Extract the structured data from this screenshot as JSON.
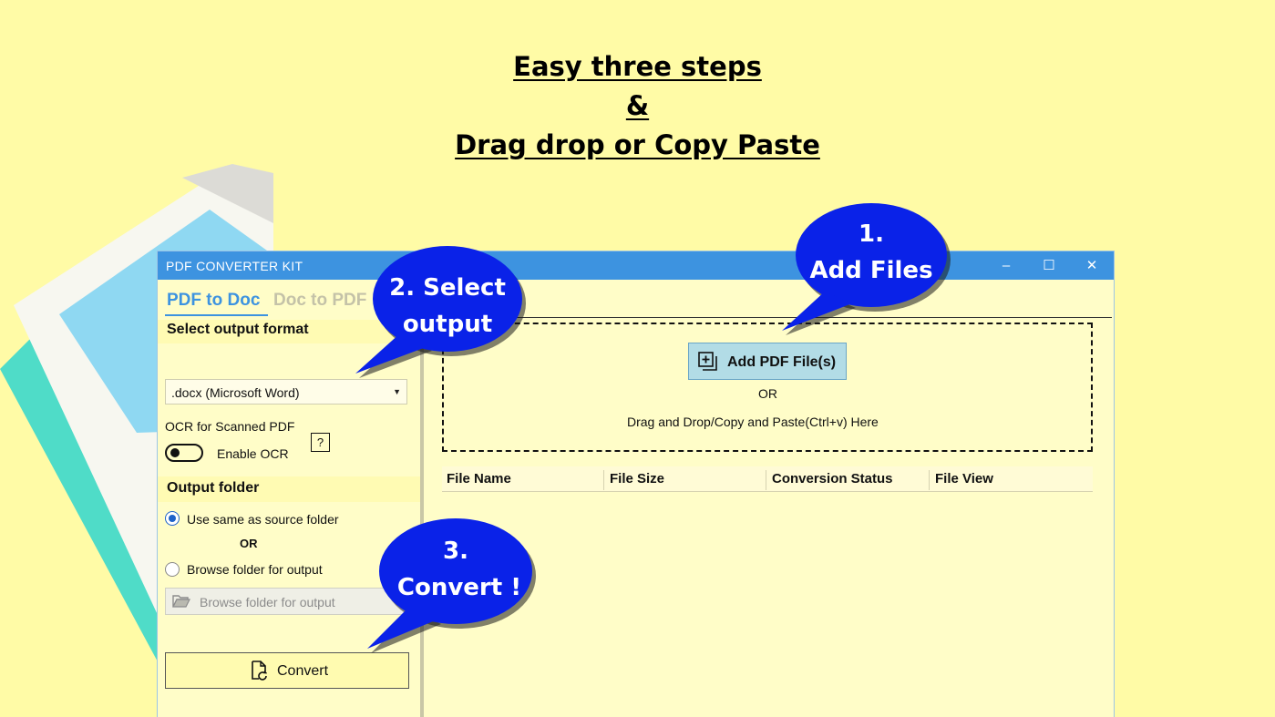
{
  "headline": {
    "line1": "Easy three steps",
    "line2": "&",
    "line3": "Drag drop or Copy Paste"
  },
  "window": {
    "title": "PDF CONVERTER KIT",
    "controls": {
      "minimize_icon": "–",
      "maximize_icon": "☐",
      "close_icon": "✕"
    }
  },
  "tabs": [
    {
      "label": "PDF to Doc",
      "active": true
    },
    {
      "label": "Doc to PDF",
      "active": false
    }
  ],
  "output_format": {
    "label": "Select output format",
    "selected": ".docx (Microsoft Word)"
  },
  "ocr": {
    "label": "OCR for Scanned PDF",
    "toggle_label": "Enable OCR",
    "enabled": false,
    "help": "?"
  },
  "output_folder": {
    "label": "Output folder",
    "option_same": "Use same as source folder",
    "or": "OR",
    "option_browse": "Browse folder for output",
    "browse_button": "Browse folder for output",
    "selected": "same"
  },
  "convert_button": "Convert",
  "dropzone": {
    "add_button": "Add PDF File(s)",
    "or": "OR",
    "hint": "Drag and Drop/Copy and Paste(Ctrl+v) Here"
  },
  "table": {
    "columns": [
      "File Name",
      "File Size",
      "Conversion Status",
      "File View"
    ]
  },
  "callouts": {
    "step1": {
      "line1": "1.",
      "line2": "Add Files"
    },
    "step2": {
      "line1": "2. Select",
      "line2": "output"
    },
    "step3": {
      "line1": "3.",
      "line2": "Convert !"
    }
  },
  "colors": {
    "background": "#fffba6",
    "titlebar": "#3d93e0",
    "callout": "#0a22e8",
    "add_button": "#b2dce6"
  }
}
